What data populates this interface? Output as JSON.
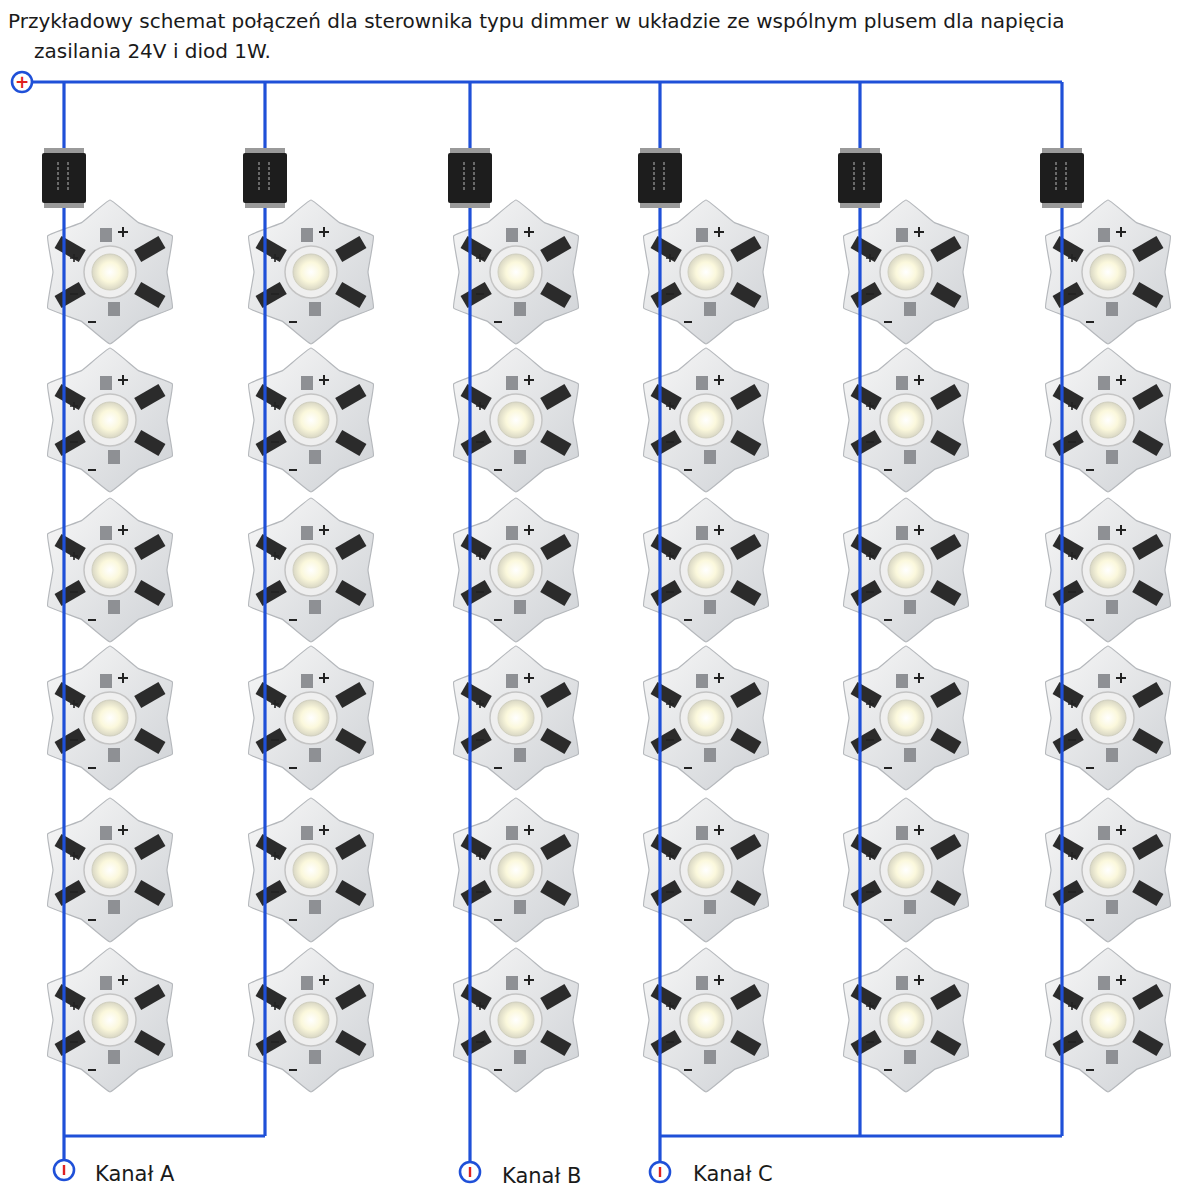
{
  "diagram": {
    "title": "Przykładowy schemat połączeń dla sterownika typu dimmer w układzie ze wspólnym plusem dla napięcia zasilania 24V i diod 1W.",
    "labels": [
      "+",
      "Kanał A",
      "Kanał B",
      "Kanał C"
    ]
  }
}
